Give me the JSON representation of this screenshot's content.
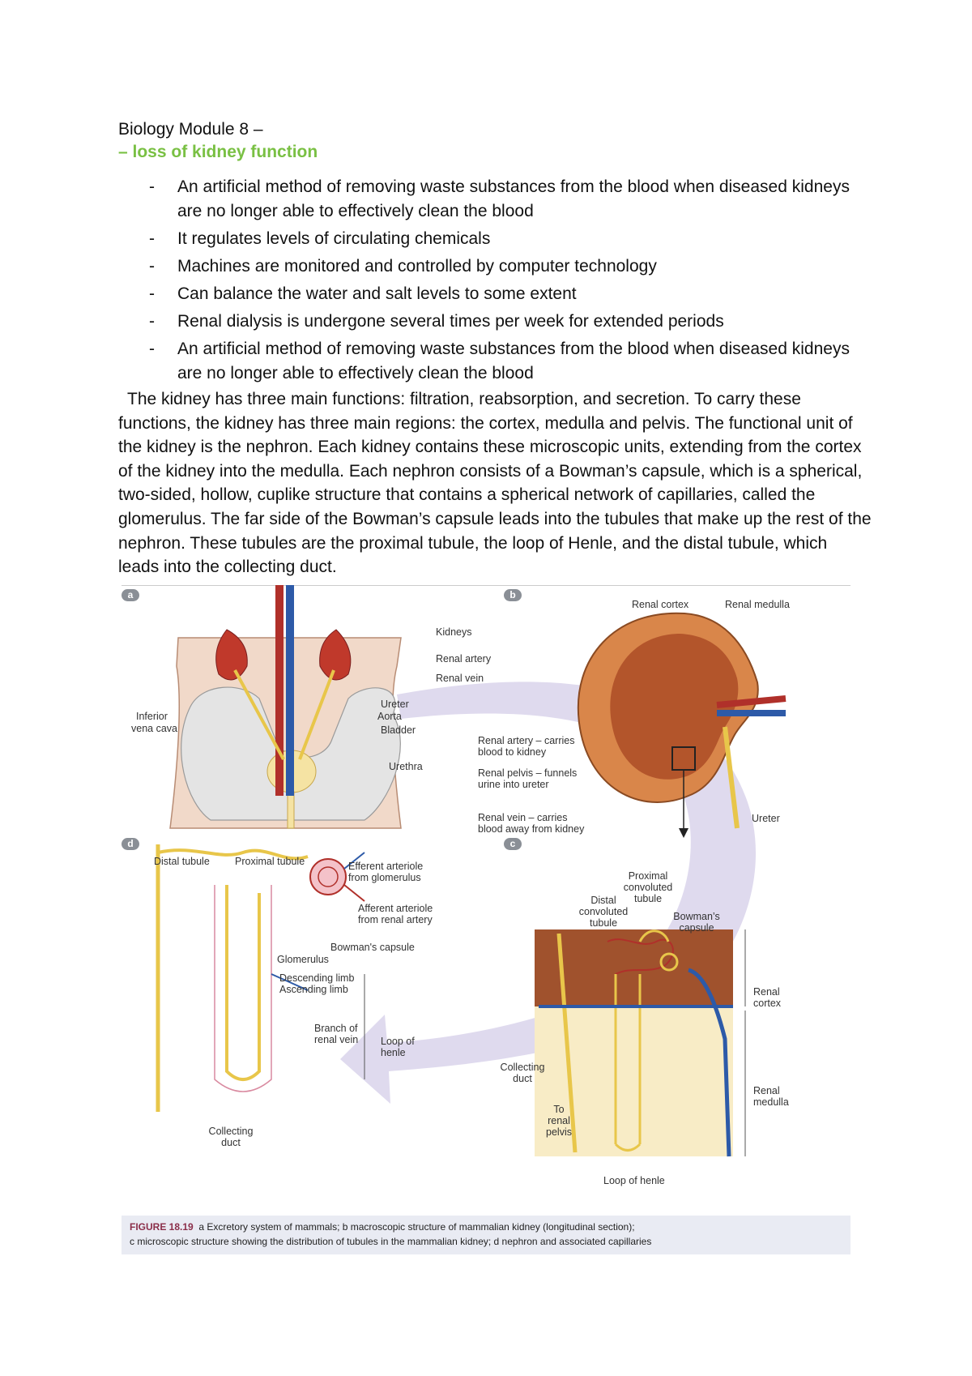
{
  "doc": {
    "title": "Biology Module 8 –",
    "subtitle": "– loss of kidney function",
    "bullets": [
      "An artificial method of removing waste substances from the blood when diseased kidneys are no longer able to effectively clean the blood",
      "It regulates levels of circulating chemicals",
      "Machines are monitored and controlled by computer technology",
      "Can balance the water and salt levels to some extent",
      "Renal dialysis is undergone several times per week for extended periods",
      "An artificial method of removing waste substances from the blood when diseased kidneys are no longer able to effectively clean the blood"
    ],
    "bullet_marker": "-",
    "paragraph": "The kidney has three main functions: filtration, reabsorption, and secretion. To carry these functions, the kidney has three main regions: the cortex, medulla and pelvis. The functional unit of the kidney is the nephron. Each kidney contains these microscopic units, extending from the cortex of the kidney into the medulla. Each nephron consists of a Bowman’s capsule, which is a spherical, two-sided, hollow, cuplike structure that contains a spherical network of capillaries, called the glomerulus. The far side of the Bowman’s capsule leads into the tubules that make up the rest of the nephron. These tubules are the proximal tubule, the loop of Henle, and the distal tubule, which leads into the collecting duct."
  },
  "figure": {
    "panel_letters": {
      "a": "a",
      "b": "b",
      "c": "c",
      "d": "d"
    },
    "labels_a": {
      "kidneys": "Kidneys",
      "renal_artery": "Renal artery",
      "renal_vein": "Renal vein",
      "ureter": "Ureter",
      "aorta": "Aorta",
      "bladder": "Bladder",
      "urethra": "Urethra",
      "inferior_vena_cava_1": "Inferior",
      "inferior_vena_cava_2": "vena cava"
    },
    "labels_b": {
      "renal_cortex": "Renal cortex",
      "renal_medulla": "Renal medulla",
      "renal_artery_1": "Renal artery – carries",
      "renal_artery_2": "blood to kidney",
      "renal_pelvis_1": "Renal pelvis – funnels",
      "renal_pelvis_2": "urine into ureter",
      "renal_vein_1": "Renal vein – carries",
      "renal_vein_2": "blood away from kidney",
      "ureter": "Ureter"
    },
    "labels_c": {
      "proximal_1": "Proximal",
      "proximal_2": "convoluted",
      "proximal_3": "tubule",
      "distal_1": "Distal",
      "distal_2": "convoluted",
      "distal_3": "tubule",
      "bowmans_1": "Bowman’s",
      "bowmans_2": "capsule",
      "cortex_1": "Renal",
      "cortex_2": "cortex",
      "medulla_1": "Renal",
      "medulla_2": "medulla",
      "collecting_1": "Collecting",
      "collecting_2": "duct",
      "pelvis_1": "To",
      "pelvis_2": "renal",
      "pelvis_3": "pelvis",
      "loop": "Loop of henle"
    },
    "labels_d": {
      "distal": "Distal tubule",
      "proximal": "Proximal tubule",
      "efferent_1": "Efferent arteriole",
      "efferent_2": "from glomerulus",
      "afferent_1": "Afferent arteriole",
      "afferent_2": "from renal artery",
      "bowmans": "Bowman's capsule",
      "glomerulus": "Glomerulus",
      "descending": "Descending limb",
      "ascending": "Ascending limb",
      "branch_1": "Branch of",
      "branch_2": "renal vein",
      "loop_1": "Loop of",
      "loop_2": "henle",
      "collecting_1": "Collecting",
      "collecting_2": "duct"
    },
    "caption": {
      "fig_no": "FIGURE 18.19",
      "line1": "a Excretory system of mammals; b macroscopic structure of mammalian kidney (longitudinal section);",
      "line2": "c microscopic structure showing the distribution of tubules in the mammalian kidney; d nephron and associated capillaries"
    }
  }
}
